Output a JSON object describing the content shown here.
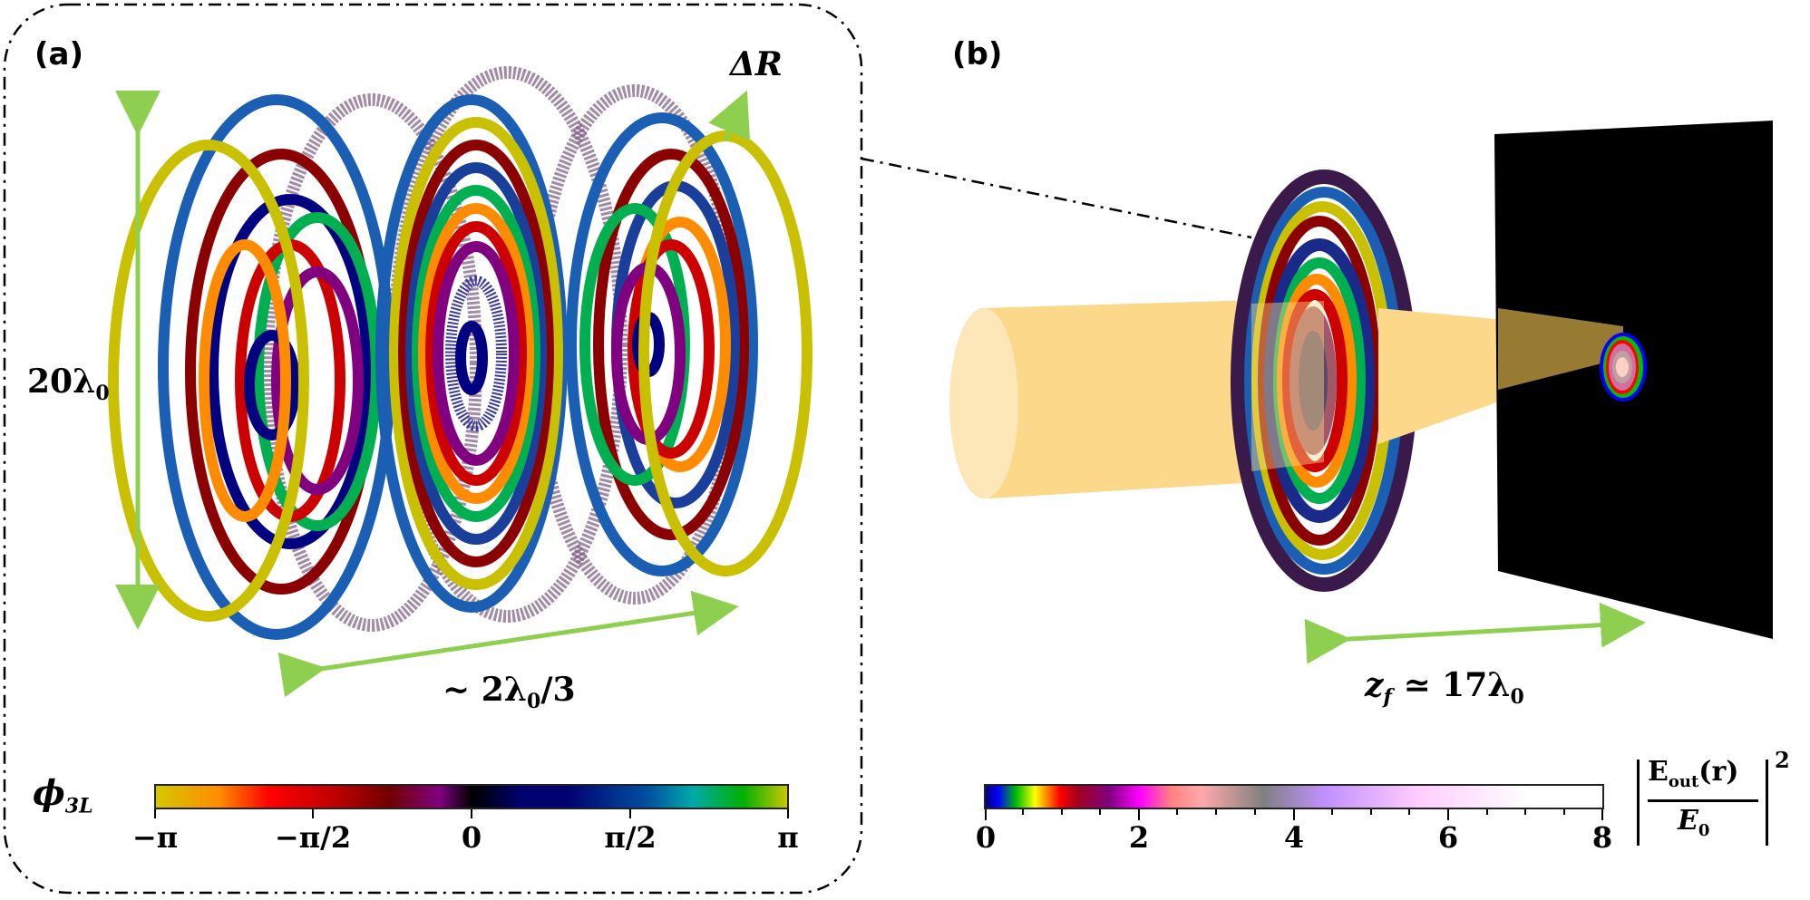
{
  "panel_a": {
    "label": "(a)",
    "height_label": "20λ",
    "height_label_sub": "0",
    "width_label_prefix": "~ 2λ",
    "width_label_sub": "0",
    "width_label_suffix": "/3",
    "delta_r_label": "ΔR",
    "colorbar": {
      "label": "ϕ",
      "label_sub": "3L",
      "ticks": [
        "−π",
        "−π/2",
        "0",
        "π/2",
        "π"
      ],
      "colors": [
        "#d4c800",
        "#ff8c00",
        "#ff0000",
        "#c00000",
        "#700000",
        "#800080",
        "#000000",
        "#000070",
        "#0050a0",
        "#00aaaa",
        "#00b000",
        "#c8c800"
      ]
    }
  },
  "panel_b": {
    "label": "(b)",
    "focal_label_prefix": "z",
    "focal_label_sub": "f",
    "focal_label_suffix": " ≃ 17λ",
    "focal_label_sub2": "0",
    "colorbar": {
      "ticks": [
        "0",
        "2",
        "4",
        "6",
        "8"
      ],
      "label_numerator": "E",
      "label_numerator_sub": "out",
      "label_numerator_arg": "(r)",
      "label_denominator": "E",
      "label_denominator_sub": "0",
      "label_exponent": "2",
      "colors": [
        "#000080",
        "#0000ff",
        "#00c000",
        "#ffff00",
        "#ff8000",
        "#ff0000",
        "#a00020",
        "#800080",
        "#ff00ff",
        "#ff8080",
        "#ffaaaa",
        "#808080",
        "#c090ff",
        "#ffccff",
        "#ffffff"
      ]
    }
  },
  "chart_data": {
    "type": "heatmap",
    "title": "",
    "panels": [
      {
        "id": "a",
        "description": "Stack of three concentric-ring metasurface layers colored by phase ϕ_3L",
        "annotations": [
          "20λ0",
          "~ 2λ0/3",
          "ΔR"
        ],
        "colorbar_label": "ϕ_3L",
        "colorbar_ticks": [
          "−π",
          "−π/2",
          "0",
          "π/2",
          "π"
        ],
        "colorbar_range": [
          -3.14159,
          3.14159
        ]
      },
      {
        "id": "b",
        "description": "Incident beam focused by metalens onto screen showing intensity spot",
        "annotations": [
          "z_f ≃ 17λ0"
        ],
        "colorbar_label": "|E_out(r)/E_0|^2",
        "colorbar_ticks": [
          "0",
          "2",
          "4",
          "6",
          "8"
        ],
        "colorbar_range": [
          0,
          8
        ]
      }
    ]
  },
  "colors": {
    "arrow_green": "#8fcf4f",
    "beam": "#fcd98a",
    "beam_face": "#fde7b8",
    "screen": "#000000"
  }
}
